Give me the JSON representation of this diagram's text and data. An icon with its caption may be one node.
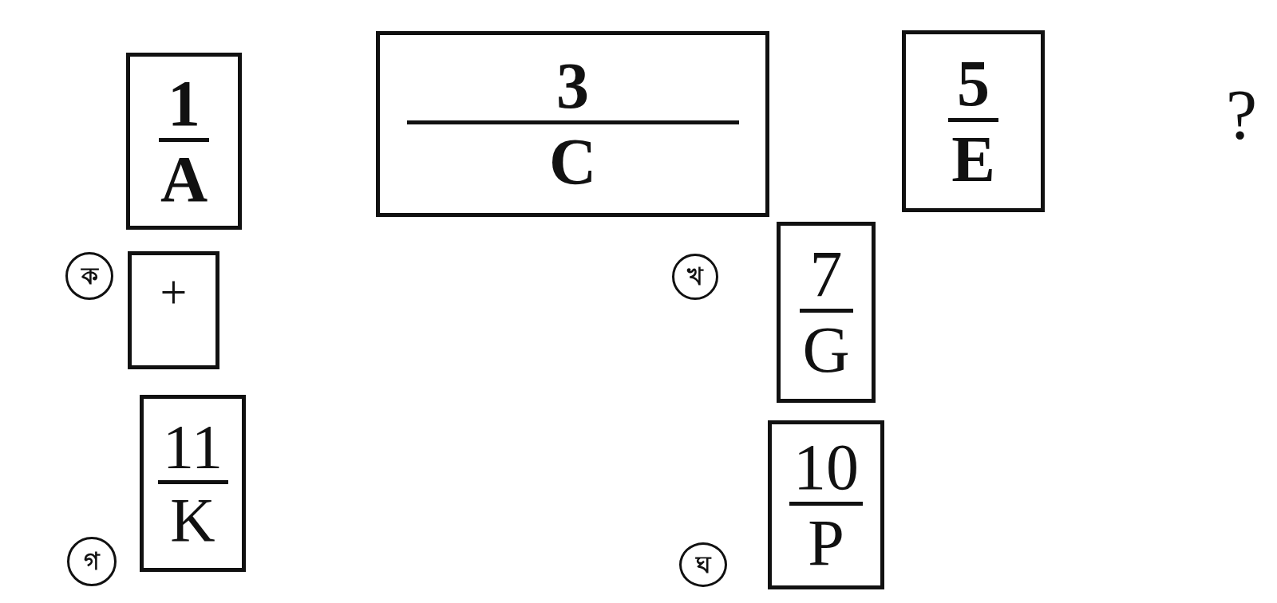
{
  "diagram": {
    "nodes": [
      {
        "text": [
          "1",
          "A"
        ]
      },
      {
        "text": [
          "3",
          "C"
        ]
      },
      {
        "text": [
          "5",
          "E"
        ]
      },
      {
        "text": [
          "ক"
        ]
      },
      {
        "text": [
          "+"
        ]
      },
      {
        "text": [
          "খ"
        ]
      },
      {
        "text": [
          "7",
          "G"
        ]
      },
      {
        "text": [
          "গ"
        ]
      },
      {
        "text": [
          "11",
          "K"
        ]
      },
      {
        "text": [
          "ঘ"
        ]
      },
      {
        "text": [
          "10",
          "P"
        ]
      }
    ],
    "labels": [
      "?"
    ]
  }
}
